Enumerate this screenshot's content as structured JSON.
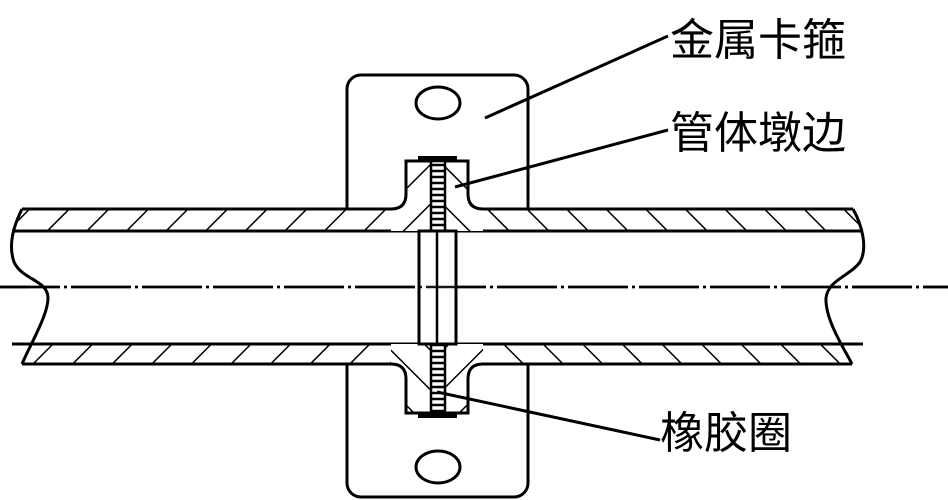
{
  "diagram": {
    "labels": {
      "clamp": "金属卡箍",
      "upset_edge": "管体墩边",
      "rubber_ring": "橡胶圈"
    },
    "colors": {
      "line": "#000000",
      "background": "#ffffff"
    }
  }
}
